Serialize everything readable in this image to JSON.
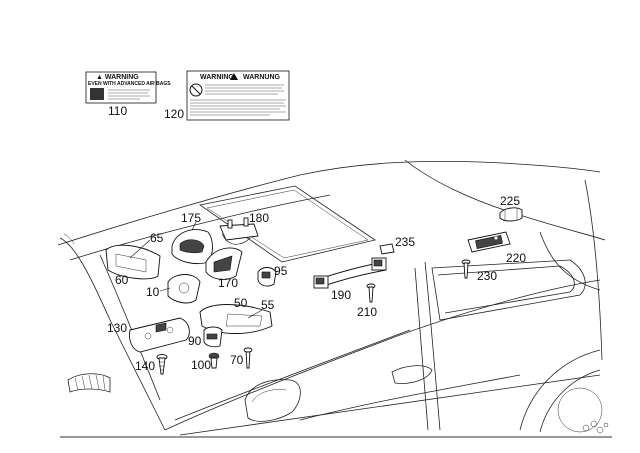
{
  "labels": {
    "l110": "110",
    "l120": "120",
    "l65": "65",
    "l60": "60",
    "l10": "10",
    "l175": "175",
    "l180": "180",
    "l170": "170",
    "l95": "95",
    "l50": "50",
    "l55": "55",
    "l130": "130",
    "l90": "90",
    "l140": "140",
    "l100": "100",
    "l70": "70",
    "l190": "190",
    "l210": "210",
    "l235": "235",
    "l225": "225",
    "l220": "220",
    "l230": "230"
  },
  "warning_label_small": {
    "heading": "▲ WARNING",
    "line1": "EVEN WITH ADVANCED AIR BAGS"
  },
  "warning_label_large": {
    "heading_left": "WARNING",
    "heading_right": "WARNUNG"
  }
}
